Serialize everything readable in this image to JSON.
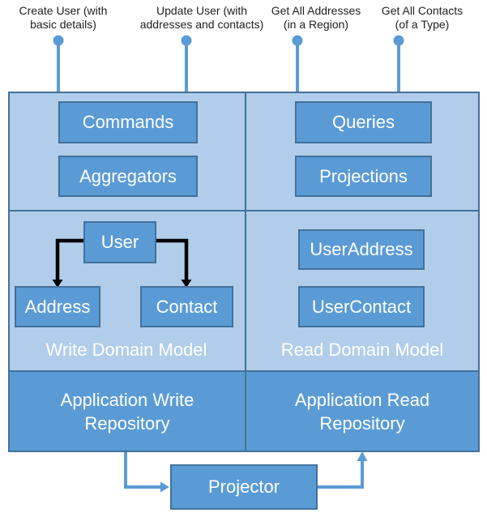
{
  "colors": {
    "panel_fill": "#b1cde9",
    "box_fill": "#5b9bd5",
    "border_color": "#41719c",
    "box_text": "#ffffff",
    "label_text": "#212121",
    "connector_black": "#000000",
    "connector_blue": "#5b9bd5"
  },
  "top_labels": [
    {
      "line1": "Create User (with",
      "line2": "basic details)"
    },
    {
      "line1": "Update User (with",
      "line2": "addresses and contacts)"
    },
    {
      "line1": "Get All Addresses",
      "line2": "(in a Region)"
    },
    {
      "line1": "Get All Contacts",
      "line2": "(of a Type)"
    }
  ],
  "write_side": {
    "commands": "Commands",
    "aggregators": "Aggregators",
    "user": "User",
    "address": "Address",
    "contact": "Contact",
    "domain_label": "Write Domain Model",
    "repository_line1": "Application Write",
    "repository_line2": "Repository"
  },
  "read_side": {
    "queries": "Queries",
    "projections": "Projections",
    "user_address": "UserAddress",
    "user_contact": "UserContact",
    "domain_label": "Read Domain Model",
    "repository_line1": "Application Read",
    "repository_line2": "Repository"
  },
  "projector": {
    "label": "Projector"
  }
}
